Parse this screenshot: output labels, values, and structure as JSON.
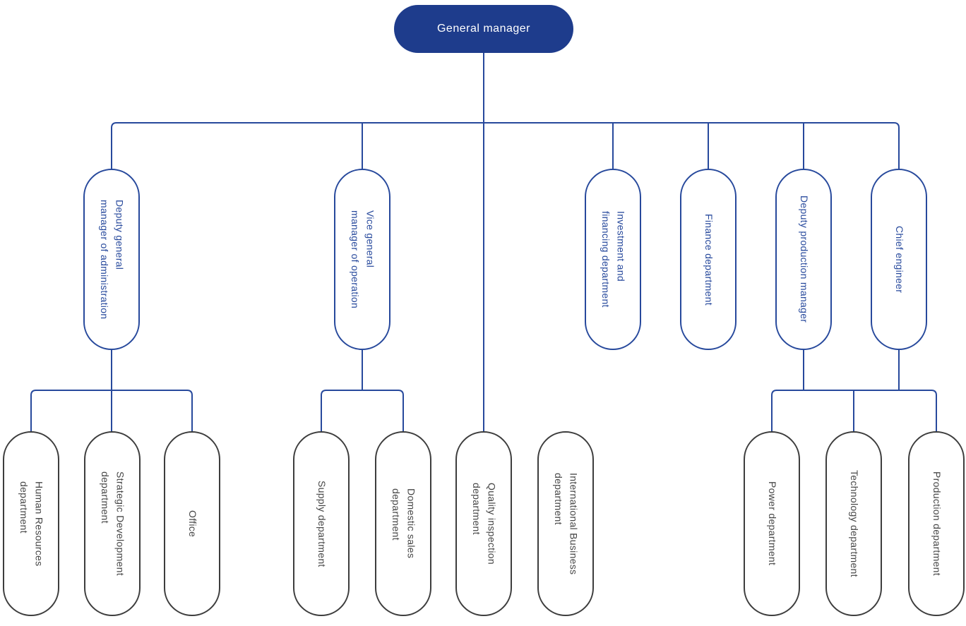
{
  "colors": {
    "canvas_bg": "#ffffff",
    "root_fill": "#1e3c8c",
    "root_text": "#ffffff",
    "line": "#27499c",
    "manager_border": "#27499c",
    "manager_text": "#27499c",
    "department_border": "#3d3d3d",
    "department_text": "#464646"
  },
  "root": {
    "label": "General manager"
  },
  "managers": [
    {
      "label": "Deputy general\nmanager of administration",
      "reports_to": "General manager"
    },
    {
      "label": "Vice general\nmanager of operation",
      "reports_to": "General manager"
    },
    {
      "label": "Investment and\nfinancing department",
      "reports_to": "General manager"
    },
    {
      "label": "Finance department",
      "reports_to": "General manager"
    },
    {
      "label": "Deputy production manager",
      "reports_to": "General manager"
    },
    {
      "label": "Chief engineer",
      "reports_to": "General manager"
    }
  ],
  "departments": [
    {
      "label": "Human Resources\ndepartment",
      "reports_to": "Deputy general manager of administration"
    },
    {
      "label": "Strategic Development\ndepartment",
      "reports_to": "Deputy general manager of administration"
    },
    {
      "label": "Office",
      "reports_to": "Deputy general manager of administration"
    },
    {
      "label": "Supply department",
      "reports_to": "Vice general manager of operation"
    },
    {
      "label": "Domestic sales\ndepartment",
      "reports_to": "Vice general manager of operation"
    },
    {
      "label": "Quality inspection\ndepartment",
      "reports_to": "General manager"
    },
    {
      "label": "International Business\ndepartment",
      "reports_to": ""
    },
    {
      "label": "Power department",
      "reports_to": "Deputy production manager / Chief engineer"
    },
    {
      "label": "Technology department",
      "reports_to": "Deputy production manager / Chief engineer"
    },
    {
      "label": "Production department",
      "reports_to": "Deputy production manager / Chief engineer"
    }
  ]
}
